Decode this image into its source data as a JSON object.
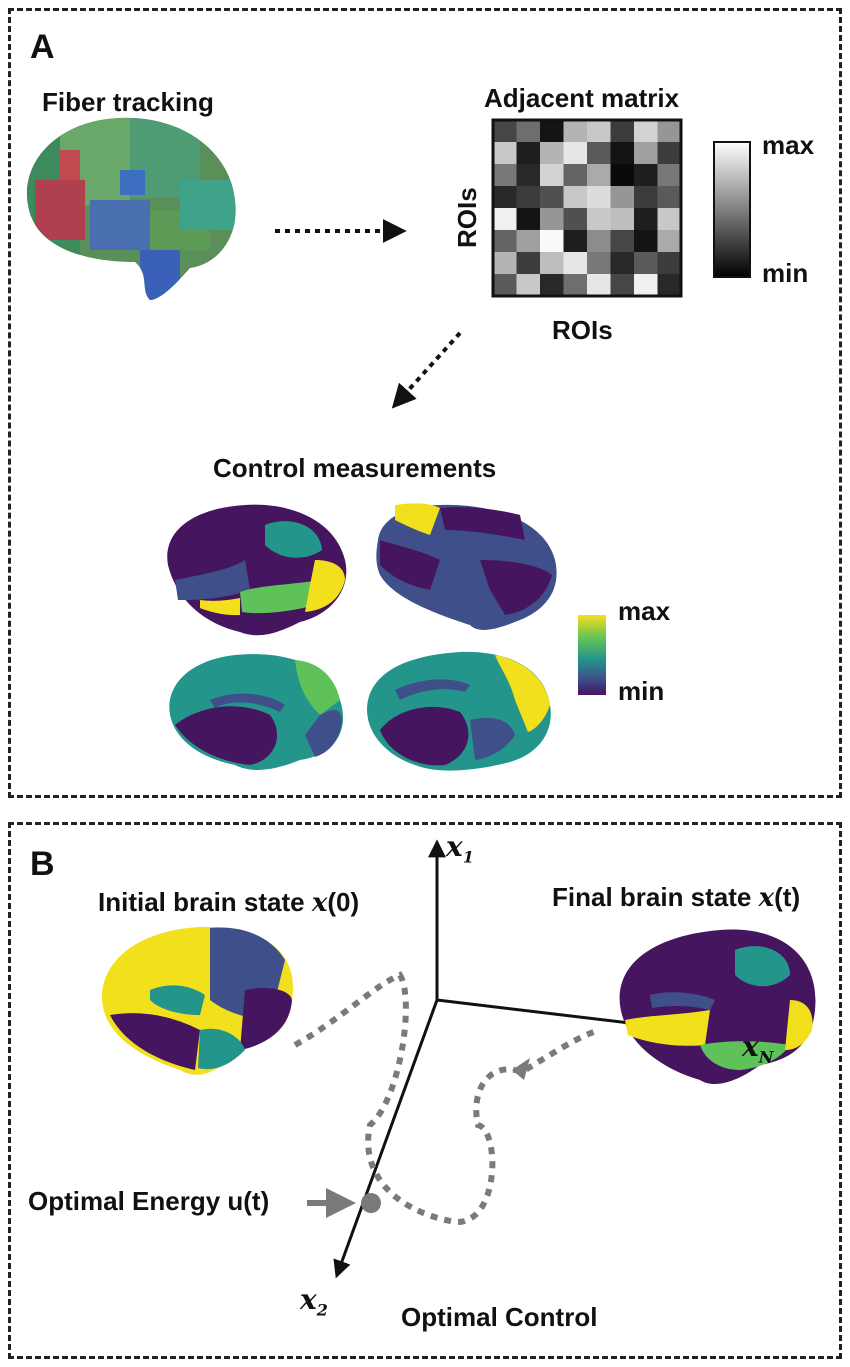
{
  "panel_a": {
    "letter": "A",
    "fiber_tracking": "Fiber tracking",
    "adjacent_matrix": "Adjacent matrix",
    "rois_y": "ROIs",
    "rois_x": "ROIs",
    "matrix_scale": {
      "max": "max",
      "min": "min"
    },
    "control_measurements": "Control measurements",
    "viridis_scale": {
      "max": "max",
      "min": "min"
    }
  },
  "panel_b": {
    "letter": "B",
    "axis_x1_main": "x",
    "axis_x1_sub": "1",
    "axis_x2_main": "x",
    "axis_x2_sub": "2",
    "axis_xn_main": "x",
    "axis_xn_sub": "N",
    "final_state_prefix": "Final brain state ",
    "final_state_var": "x",
    "final_state_suffix": "(t)",
    "initial_state_prefix": "Initial brain state ",
    "initial_state_var": "x",
    "initial_state_suffix": "(0)",
    "optimal_energy": "Optimal Energy u(t)",
    "optimal_control": "Optimal Control"
  },
  "colors": {
    "border": "#222222",
    "trajectory": "#7a7a7a",
    "viridis_purple": "#46155f",
    "viridis_blue": "#3f4f8a",
    "viridis_teal": "#24958a",
    "viridis_green": "#5ec15a",
    "viridis_yellow": "#f3e01c"
  }
}
